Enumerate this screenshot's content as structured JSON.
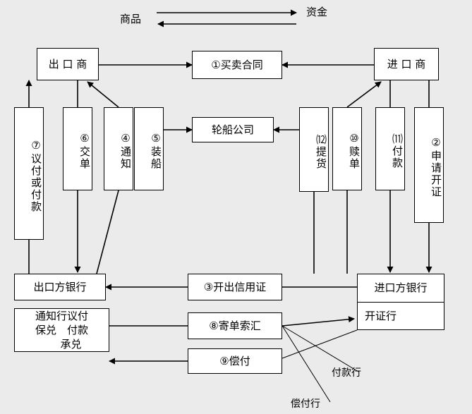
{
  "diagram": {
    "title_flows": {
      "left_label": "商品",
      "right_label": "资金",
      "top_arrow_direction": "right",
      "bottom_arrow_direction": "left"
    },
    "colors": {
      "background": "#ebebeb",
      "box_fill": "#ffffff",
      "stroke": "#000000"
    },
    "nodes": {
      "exporter": "出 口 商",
      "importer": "进 口 商",
      "sales_contract": "①买卖合同",
      "shipping_company": "轮船公司",
      "exporter_bank": "出口方银行",
      "importer_bank_top": "进口方银行",
      "importer_bank_bottom": "开证行",
      "issue_lc": "③开出信用证",
      "send_docs": "⑧寄单索汇",
      "reimburse": "⑨偿付",
      "advising_bank_line1": "通知行议付",
      "advising_bank_line2": "保兑　付款",
      "advising_bank_line3": "承兑"
    },
    "left_steps": [
      {
        "num": "⑦",
        "text": "议付或付款"
      },
      {
        "num": "⑥",
        "text": "交单"
      },
      {
        "num": "④",
        "text": "通知"
      },
      {
        "num": "⑤",
        "text": "装船"
      }
    ],
    "right_steps": [
      {
        "num": "⑿",
        "text": "提货"
      },
      {
        "num": "⑩",
        "text": "赎单"
      },
      {
        "num": "⑾",
        "text": "付款"
      },
      {
        "num": "②",
        "text": "申请开证"
      }
    ],
    "annotations": [
      {
        "text": "付款行"
      },
      {
        "text": "偿付行"
      }
    ]
  }
}
